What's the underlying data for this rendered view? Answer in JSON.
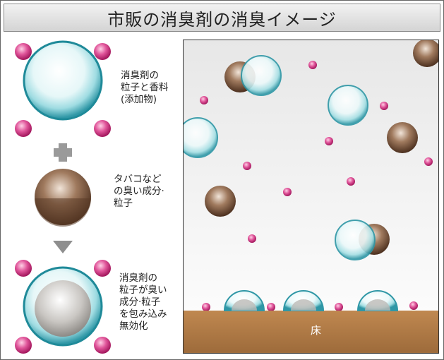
{
  "title": "市販の消臭剤の消臭イメージ",
  "labels": {
    "deodorant_particle": "消臭剤の\n粒子と香料\n(添加物)",
    "odor_particle": "タバコなど\nの臭い成分·\n粒子",
    "neutralized": "消臭剤の\n粒子が臭い\n成分·粒子\nを包み込み\n無効化"
  },
  "floor_label": "床",
  "colors": {
    "magenta_dot": "#d6307a",
    "cyan_bubble": "#3aa7b4",
    "brown_particle": "#6b4a33",
    "floor": "#b07a44",
    "title_bg": "#dcdcdc"
  }
}
